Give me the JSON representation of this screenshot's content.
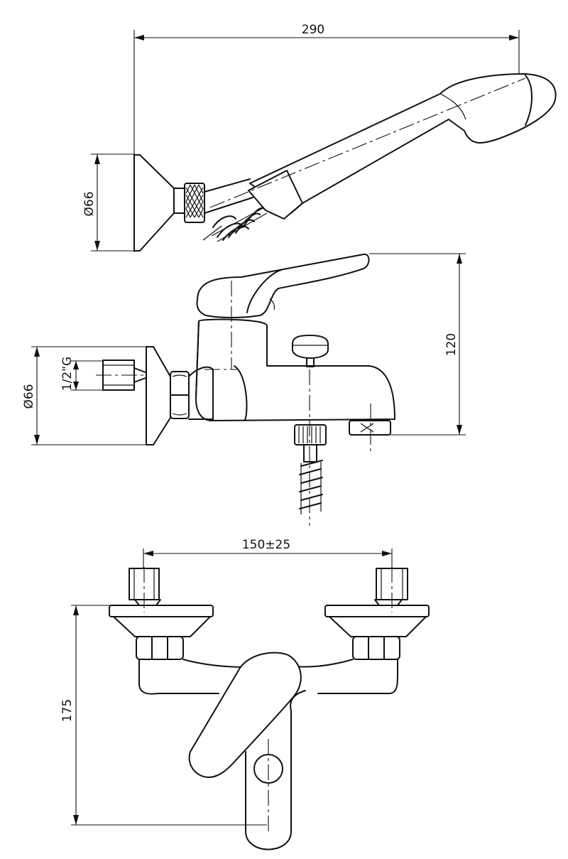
{
  "dimensions": {
    "shower_length": "290",
    "holder_diameter": "Ø66",
    "mixer_height": "120",
    "flange_diameter": "Ø66",
    "thread_size": "1/2\"G",
    "centres": "150±25",
    "depth": "175"
  }
}
